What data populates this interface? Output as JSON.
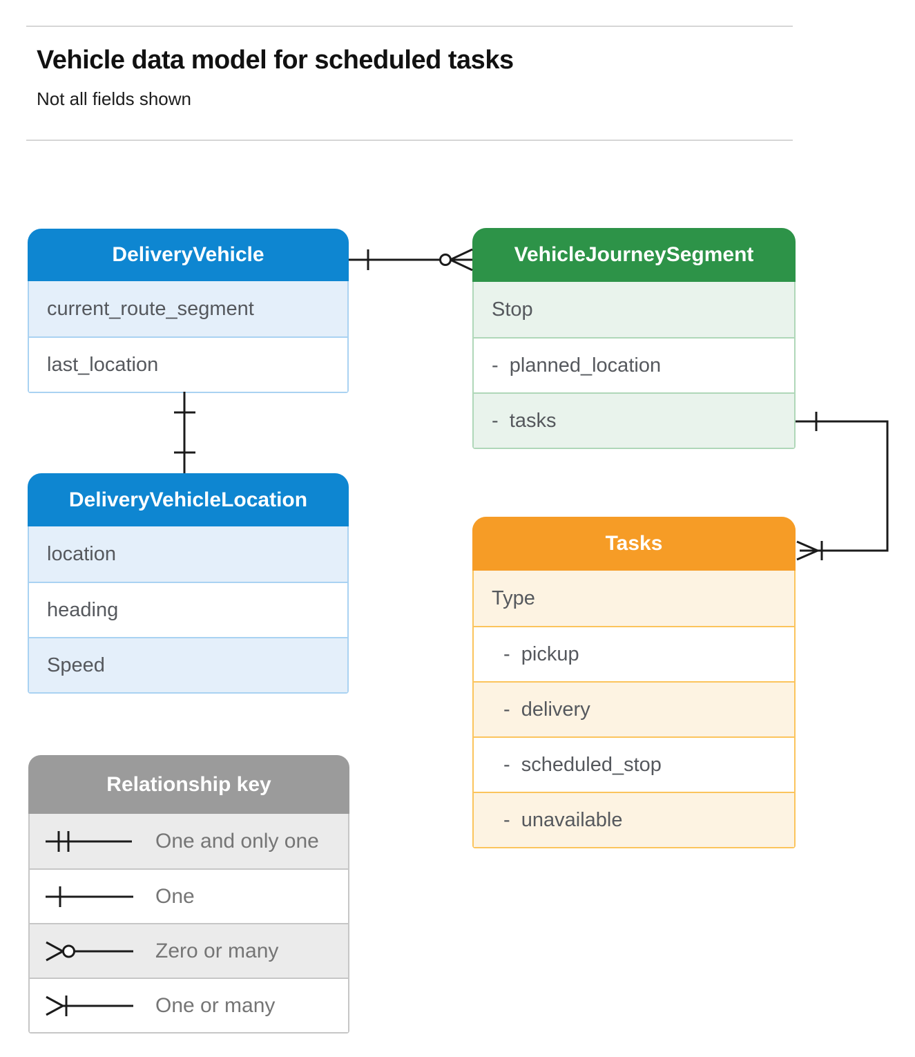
{
  "page": {
    "title": "Vehicle data model for scheduled tasks",
    "subtitle": "Not all fields shown"
  },
  "themes": {
    "blue": {
      "header": "#0E86D1",
      "shade": "#E4EFFA",
      "border": "#A9D2F2"
    },
    "green": {
      "header": "#2D9348",
      "shade": "#E9F3EC",
      "border": "#AFD7B8"
    },
    "orange": {
      "header": "#F69C26",
      "shade": "#FDF3E2",
      "border": "#FBC45C"
    },
    "gray": {
      "header": "#9B9B9B",
      "shade": "#EBEBEB",
      "border": "#C6C6C6"
    }
  },
  "entities": [
    {
      "title": "DeliveryVehicle",
      "rows": [
        {
          "label": "current_route_segment",
          "shaded": true
        },
        {
          "label": "last_location",
          "shaded": false
        }
      ]
    },
    {
      "title": "VehicleJourneySegment",
      "rows": [
        {
          "label": "Stop",
          "shaded": true
        },
        {
          "label": "-  planned_location",
          "shaded": false
        },
        {
          "label": "-  tasks",
          "shaded": true
        }
      ]
    },
    {
      "title": "DeliveryVehicleLocation",
      "rows": [
        {
          "label": "location",
          "shaded": true
        },
        {
          "label": "heading",
          "shaded": false
        },
        {
          "label": "Speed",
          "shaded": true
        }
      ]
    },
    {
      "title": "Tasks",
      "rows": [
        {
          "label": "Type",
          "shaded": true
        },
        {
          "label": "-  pickup",
          "shaded": false,
          "indent": true
        },
        {
          "label": "-  delivery",
          "shaded": true,
          "indent": true
        },
        {
          "label": "-  scheduled_stop",
          "shaded": false,
          "indent": true
        },
        {
          "label": "-  unavailable",
          "shaded": true,
          "indent": true
        }
      ]
    }
  ],
  "legend": {
    "title": "Relationship key",
    "items": [
      {
        "symbol": "one-and-only-one",
        "label": "One and only one",
        "shaded": true
      },
      {
        "symbol": "one",
        "label": "One",
        "shaded": false
      },
      {
        "symbol": "zero-or-many",
        "label": "Zero or many",
        "shaded": true
      },
      {
        "symbol": "one-or-many",
        "label": "One or many",
        "shaded": false
      }
    ]
  },
  "relationships": [
    {
      "from": "DeliveryVehicle",
      "to": "VehicleJourneySegment",
      "from_end": "one",
      "to_end": "zero or many"
    },
    {
      "from": "DeliveryVehicle",
      "to": "DeliveryVehicleLocation",
      "from_end": "one",
      "to_end": "one"
    },
    {
      "from": "VehicleJourneySegment.tasks",
      "to": "Tasks",
      "from_end": "one",
      "to_end": "one or many"
    }
  ]
}
